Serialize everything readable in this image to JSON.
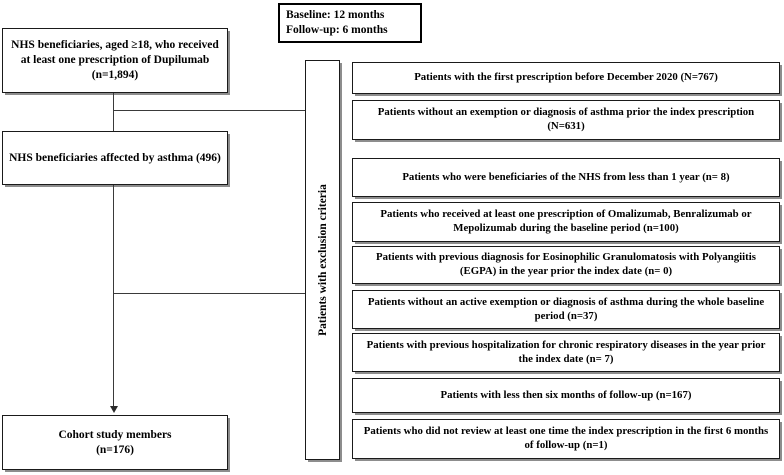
{
  "diagram": {
    "title": "Study cohort selection flowchart",
    "colors": {
      "box_border": "#1a1a1a",
      "box_shadow": "#8d8d8d",
      "line": "#3a3a3a",
      "background": "#ffffff",
      "text": "#000000"
    }
  },
  "period_note": {
    "line1": "Baseline: 12 months",
    "line2": "Follow-up: 6 months"
  },
  "main_flow": [
    {
      "id": "source-population",
      "line1": "NHS beneficiaries, aged ≥18, who received",
      "line2": "at least one prescription of Dupilumab",
      "line3": "(n=1,894)"
    },
    {
      "id": "asthma-population",
      "line1": "NHS beneficiaries affected by asthma (496)"
    },
    {
      "id": "cohort-members",
      "line1": "Cohort study members",
      "line2": "(n=176)"
    }
  ],
  "exclusion_label": "Patients with exclusion criteria",
  "exclusions": [
    {
      "id": "exclusion-1",
      "text": "Patients with the first prescription before December 2020 (N=767)"
    },
    {
      "id": "exclusion-2",
      "text": "Patients without an exemption or diagnosis of asthma prior the index prescription (N=631)"
    },
    {
      "id": "exclusion-3",
      "text": "Patients who were beneficiaries of the NHS from less than 1 year (n= 8)"
    },
    {
      "id": "exclusion-4",
      "text": "Patients who received at least one prescription of Omalizumab, Benralizumab or Mepolizumab during the baseline period (n=100)"
    },
    {
      "id": "exclusion-5",
      "text": "Patients with previous diagnosis for Eosinophilic Granulomatosis with Polyangiitis (EGPA) in the year prior the index date (n= 0)"
    },
    {
      "id": "exclusion-6",
      "text": "Patients without an active exemption or diagnosis of asthma during the whole baseline period (n=37)"
    },
    {
      "id": "exclusion-7",
      "text": "Patients with previous hospitalization for chronic respiratory diseases in the year prior the index date (n= 7)"
    },
    {
      "id": "exclusion-8",
      "text": "Patients with less then six months of follow-up (n=167)"
    },
    {
      "id": "exclusion-9",
      "text": "Patients who did not review at least one time the index prescription in the first 6 months of follow-up (n=1)"
    }
  ]
}
